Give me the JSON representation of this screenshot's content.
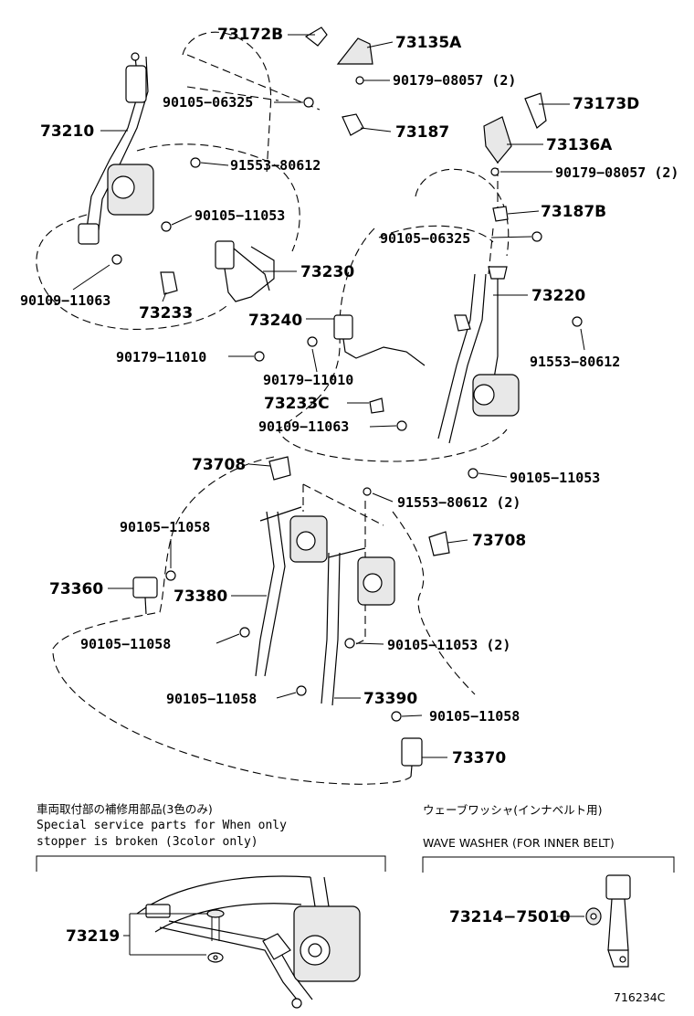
{
  "parts": {
    "p73172B": "73172B",
    "p73135A": "73135A",
    "p90179_08057_a": "90179−08057 (2)",
    "p90105_06325_a": "90105−06325",
    "p73173D": "73173D",
    "p73210": "73210",
    "p73187": "73187",
    "p73136A": "73136A",
    "p91553_80612_a": "91553−80612",
    "p90179_08057_b": "90179−08057 (2)",
    "p90105_11053_a": "90105−11053",
    "p73187B": "73187B",
    "p90105_06325_b": "90105−06325",
    "p73230": "73230",
    "p90109_11063_a": "90109−11063",
    "p73220": "73220",
    "p73233": "73233",
    "p73240": "73240",
    "p90179_11010_a": "90179−11010",
    "p91553_80612_b": "91553−80612",
    "p90179_11010_b": "90179−11010",
    "p73233C": "73233C",
    "p90109_11063_b": "90109−11063",
    "p73708_a": "73708",
    "p90105_11053_b": "90105−11053",
    "p91553_80612_c": "91553−80612 (2)",
    "p90105_11058_a": "90105−11058",
    "p73708_b": "73708",
    "p73360": "73360",
    "p73380": "73380",
    "p90105_11058_b": "90105−11058",
    "p90105_11053_c": "90105−11053 (2)",
    "p90105_11058_c": "90105−11058",
    "p73390": "73390",
    "p90105_11058_d": "90105−11058",
    "p73370": "73370",
    "p73219": "73219",
    "p73214_75010": "73214−75010"
  },
  "notes": {
    "left_jp": "車両取付部の補修用部品(3色のみ)",
    "left_en1": "Special  service  parts  for  When  only",
    "left_en2": "stopper  is  broken  (3color  only)",
    "right_jp": "ウェーブワッシャ(インナベルト用)",
    "right_en": "WAVE WASHER (FOR INNER BELT)"
  },
  "figure_id": "716234C"
}
